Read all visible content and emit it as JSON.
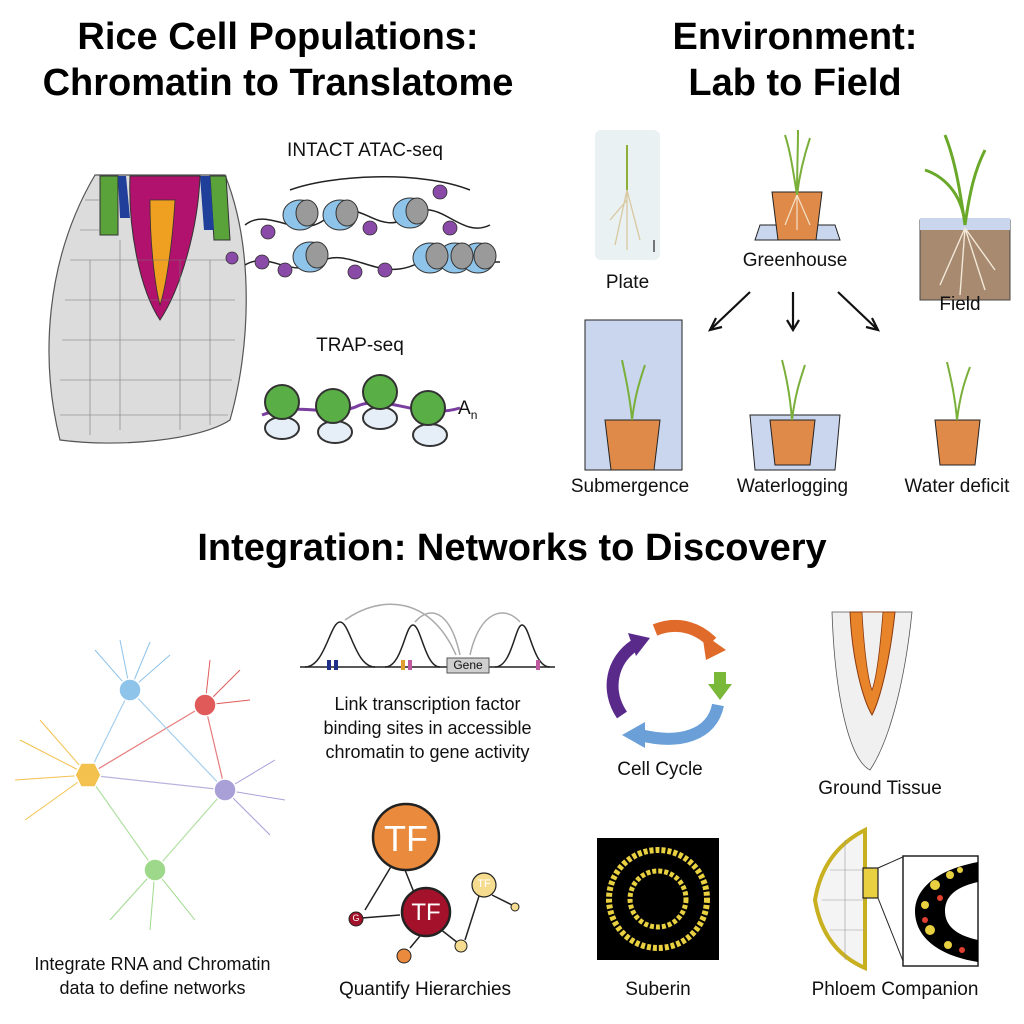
{
  "panels": {
    "cells": {
      "title_line1": "Rice Cell Populations:",
      "title_line2": "Chromatin to Translatome",
      "atac_label": "INTACT ATAC-seq",
      "trap_label": "TRAP-seq",
      "poly_a": "A",
      "poly_a_sub": "n"
    },
    "environment": {
      "title_line1": "Environment:",
      "title_line2": "Lab to Field",
      "plate": "Plate",
      "greenhouse": "Greenhouse",
      "field": "Field",
      "submergence": "Submergence",
      "waterlogging": "Waterlogging",
      "water_deficit": "Water deficit"
    },
    "integration": {
      "title": "Integration: Networks to Discovery",
      "network_caption_line1": "Integrate RNA and Chromatin",
      "network_caption_line2": "data to define networks",
      "gene_box": "Gene",
      "link_caption_line1": "Link transcription factor",
      "link_caption_line2": "binding sites in accessible",
      "link_caption_line3": "chromatin to gene activity",
      "tf_large": "TF",
      "tf_medium": "TF",
      "tf_small": "TF",
      "g_node": "G",
      "hierarchy_caption": "Quantify Hierarchies",
      "cell_cycle": "Cell Cycle",
      "ground_tissue": "Ground Tissue",
      "suberin": "Suberin",
      "phloem": "Phloem Companion"
    }
  },
  "colors": {
    "magenta": "#b0126e",
    "orange_pot": "#e08a4a",
    "water": "#c9d6ee",
    "tf_orange": "#e98a3c",
    "tf_red": "#a3122a",
    "tf_pale": "#f6dc8e",
    "hub_blue": "#8ec3ea",
    "hub_red": "#e05a5a",
    "hub_yellow": "#f2c14e",
    "hub_purple": "#a9a0d8",
    "hub_green": "#9ed98b",
    "cycle_purple": "#5a2a8a",
    "cycle_orange": "#e06a2a",
    "cycle_green": "#7ab83a",
    "cycle_blue": "#6a9fd8"
  }
}
